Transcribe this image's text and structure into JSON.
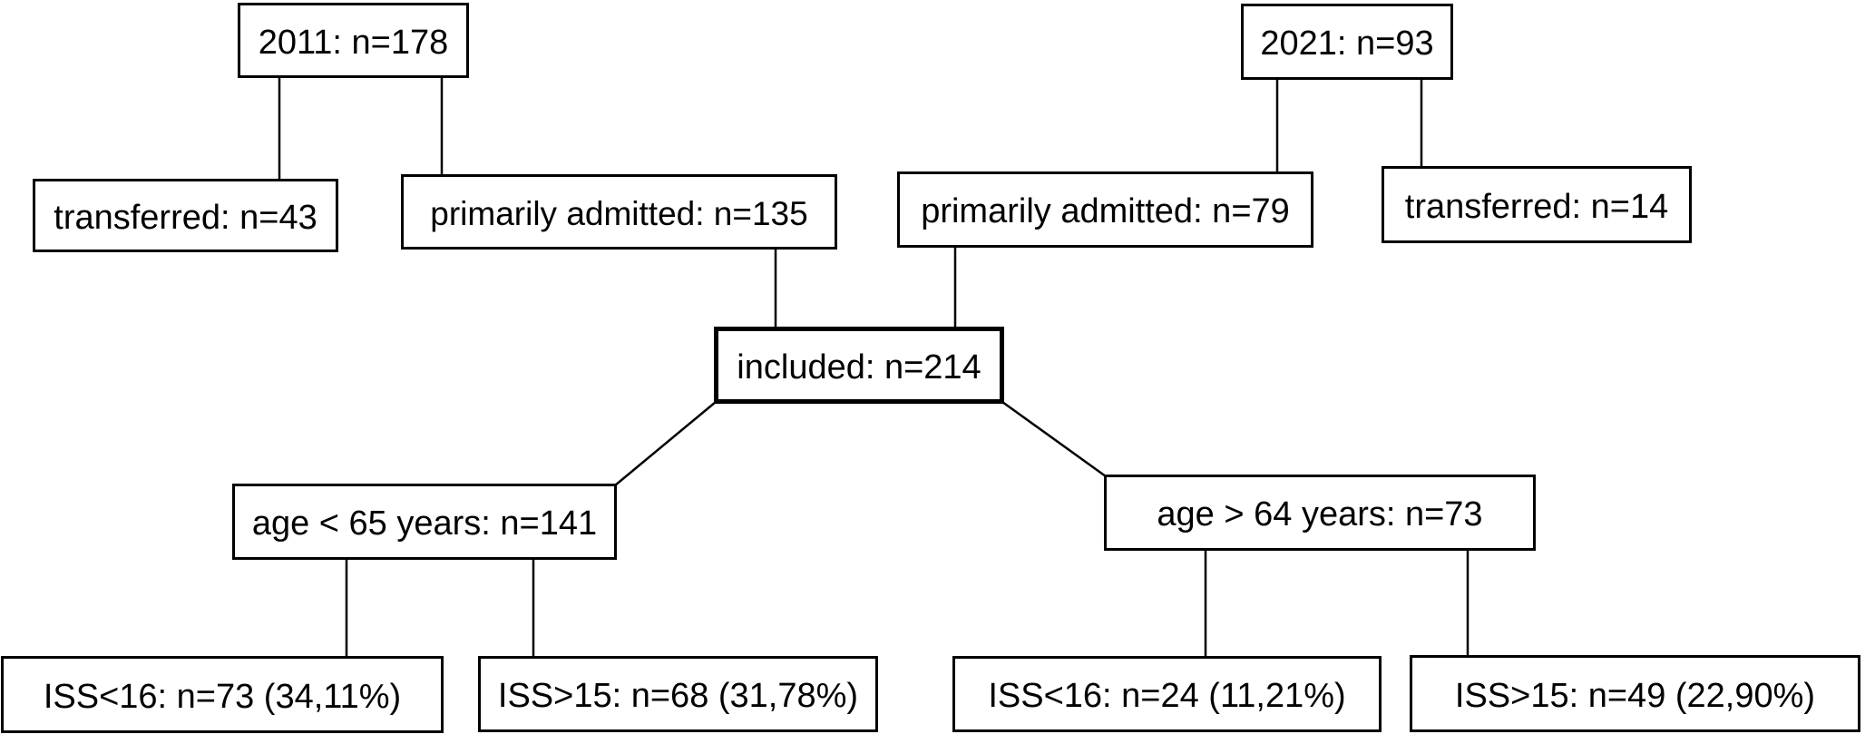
{
  "diagram": {
    "type": "flowchart",
    "colors": {
      "box_fill": "#ffffff",
      "box_border": "#000000",
      "line_color": "#000000",
      "text_color": "#000000"
    },
    "nodes": [
      {
        "id": "year-2011",
        "label": "2011: n=178",
        "emphasized": false
      },
      {
        "id": "transferred-2011",
        "label": "transferred: n=43",
        "emphasized": false
      },
      {
        "id": "primary-2011",
        "label": "primarily admitted: n=135",
        "emphasized": false
      },
      {
        "id": "year-2021",
        "label": "2021: n=93",
        "emphasized": false
      },
      {
        "id": "primary-2021",
        "label": "primarily admitted: n=79",
        "emphasized": false
      },
      {
        "id": "transferred-2021",
        "label": "transferred: n=14",
        "emphasized": false
      },
      {
        "id": "included",
        "label": "included: n=214",
        "emphasized": true
      },
      {
        "id": "age-under-65",
        "label": "age < 65 years: n=141",
        "emphasized": false
      },
      {
        "id": "age-over-64",
        "label": "age > 64 years: n=73",
        "emphasized": false
      },
      {
        "id": "iss-low-under-65",
        "label": "ISS<16: n=73 (34,11%)",
        "emphasized": false
      },
      {
        "id": "iss-high-under-65",
        "label": "ISS>15: n=68 (31,78%)",
        "emphasized": false
      },
      {
        "id": "iss-low-over-64",
        "label": "ISS<16: n=24 (11,21%)",
        "emphasized": false
      },
      {
        "id": "iss-high-over-64",
        "label": "ISS>15: n=49 (22,90%)",
        "emphasized": false
      }
    ],
    "edges": [
      {
        "from": "year-2011",
        "to": "transferred-2011"
      },
      {
        "from": "year-2011",
        "to": "primary-2011"
      },
      {
        "from": "year-2021",
        "to": "primary-2021"
      },
      {
        "from": "year-2021",
        "to": "transferred-2021"
      },
      {
        "from": "primary-2011",
        "to": "included"
      },
      {
        "from": "primary-2021",
        "to": "included"
      },
      {
        "from": "included",
        "to": "age-under-65"
      },
      {
        "from": "included",
        "to": "age-over-64"
      },
      {
        "from": "age-under-65",
        "to": "iss-low-under-65"
      },
      {
        "from": "age-under-65",
        "to": "iss-high-under-65"
      },
      {
        "from": "age-over-64",
        "to": "iss-low-over-64"
      },
      {
        "from": "age-over-64",
        "to": "iss-high-over-64"
      }
    ]
  }
}
